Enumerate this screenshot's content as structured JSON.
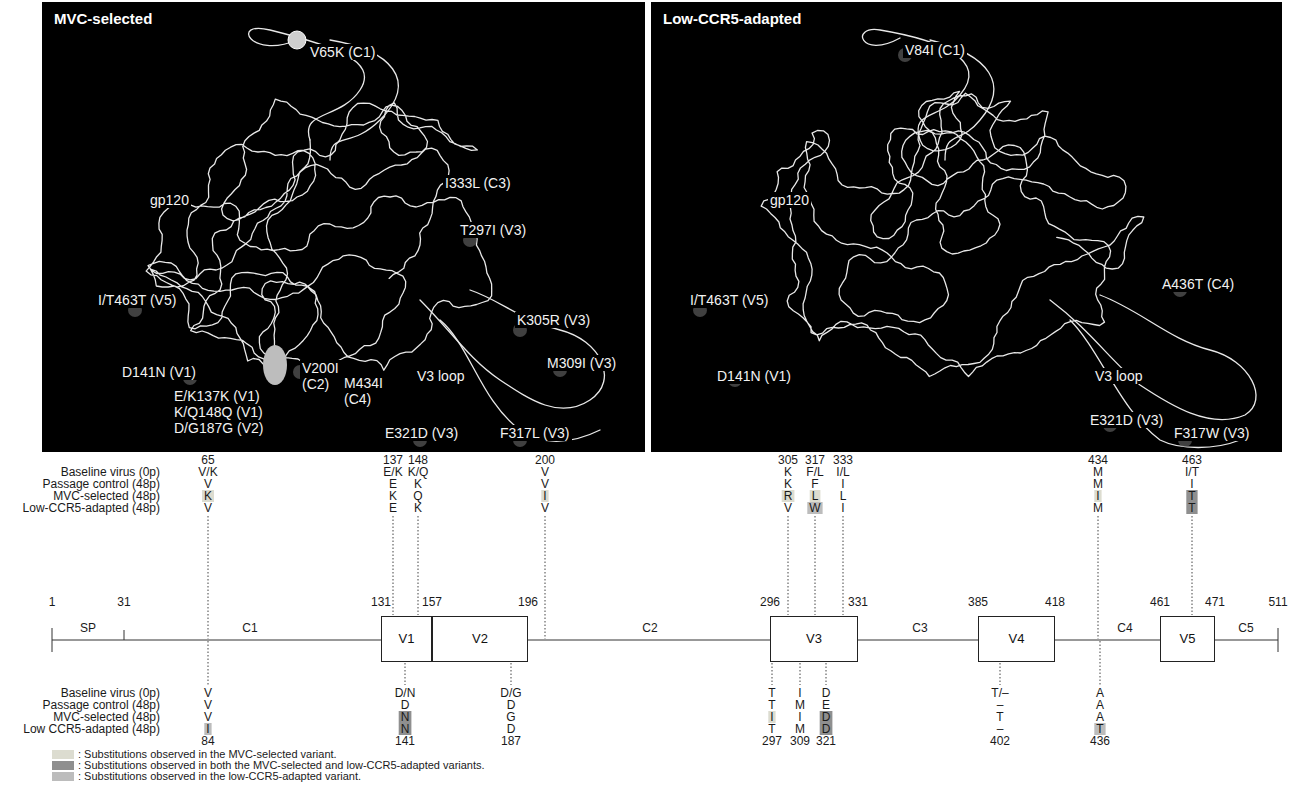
{
  "diagram": {
    "nodes": [
      {
        "text": [
          "MVC-selected"
        ]
      },
      {
        "text": [
          "Low-CCR5-adapted"
        ]
      },
      {
        "text": [
          "V1"
        ]
      },
      {
        "text": [
          "V2"
        ]
      },
      {
        "text": [
          "V3"
        ]
      },
      {
        "text": [
          "V4"
        ]
      },
      {
        "text": [
          "V5"
        ]
      }
    ],
    "labels": [
      "V65K (C1)",
      "gp120",
      "I333L (C3)",
      "T297I (V3)",
      "K305R (V3)",
      "I/T463T (V5)",
      "D141N (V1)",
      "V200I (C2)",
      "M434I (C4)",
      "E/K137K (V1)",
      "K/Q148Q (V1)",
      "D/G187G (V2)",
      "V3 loop",
      "M309I (V3)",
      "E321D (V3)",
      "F317L (V3)",
      "V84I (C1)",
      "gp120",
      "I/T463T (V5)",
      "A436T (C4)",
      "D141N (V1)",
      "V3 loop",
      "E321D (V3)",
      "F317W (V3)",
      "Baseline virus (0p)",
      "Passage control (48p)",
      "MVC-selected (48p)",
      "Low-CCR5-adapted (48p)",
      "65",
      "V/K",
      "V",
      "K",
      "V",
      "137",
      "E/K",
      "E",
      "K",
      "E",
      "148",
      "K/Q",
      "K",
      "Q",
      "K",
      "200",
      "V",
      "V",
      "I",
      "V",
      "305",
      "K",
      "K",
      "R",
      "V",
      "317",
      "F/L",
      "F",
      "L",
      "W",
      "333",
      "I/L",
      "I",
      "L",
      "I",
      "434",
      "M",
      "M",
      "I",
      "M",
      "463",
      "I/T",
      "I",
      "T",
      "T",
      "1",
      "31",
      "131",
      "157",
      "196",
      "296",
      "331",
      "385",
      "418",
      "461",
      "471",
      "511",
      "SP",
      "C1",
      "C2",
      "C3",
      "C4",
      "C5",
      "Baseline virus (0p)",
      "Passage control (48p)",
      "MVC-selected (48p)",
      "Low CCR5-adapted (48p)",
      "V",
      "V",
      "V",
      "I",
      "84",
      "D/N",
      "D",
      "N",
      "N",
      "141",
      "D/G",
      "D",
      "G",
      "D",
      "187",
      "T",
      "T",
      "I",
      "T",
      "297",
      "I",
      "M",
      "I",
      "M",
      "309",
      "D",
      "E",
      "D",
      "D",
      "321",
      "T/–",
      "–",
      "T",
      "–",
      "402",
      "A",
      "A",
      "A",
      "T",
      "436"
    ],
    "legend": [
      {
        "text": ": Substitutions observed in the MVC-selected variant.",
        "color": "#dcdcd0"
      },
      {
        "text": ": Substitutions observed in both the MVC-selected and low-CCR5-adapted variants.",
        "color": "#8f8f8f"
      },
      {
        "text": ": Substitutions observed in the low-CCR5-adapted variant.",
        "color": "#bcbcbc"
      }
    ]
  }
}
